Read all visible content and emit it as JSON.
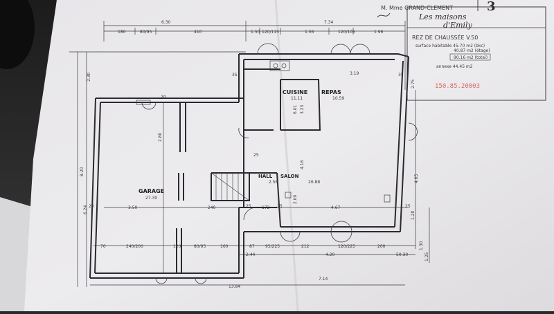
{
  "image": {
    "subject": "architectural-floor-plan-photo"
  },
  "title_block": {
    "client": "M. Mme GRAND-CLEMENT",
    "sheet_number": "3",
    "brand_line1": "Les maisons",
    "brand_line2": "d'Emily",
    "level": "REZ DE CHAUSSÉE V.50",
    "area_habitable": "surface habitable  45.70  m2 (bkc)",
    "area_etage": "40.87  m2 (étage)",
    "area_total": "90.16  m2 (total)",
    "annexe": "annexe   44.45   m2",
    "stamp": "150.85.20003"
  },
  "rooms": {
    "cuisine_name": "CUISINE",
    "cuisine_area": "11.11",
    "repas_name": "REPAS",
    "repas_area": "10.59",
    "hall_name": "HALL",
    "hall_area": "2.58",
    "salon_name": "SALON",
    "salon_area": "26.88",
    "garage_name": "GARAGE",
    "garage_area": "27.30"
  },
  "dimensions": {
    "top_overall_left": "6.30",
    "top_overall_right": "7.34",
    "top_segments": [
      "180",
      "80/95",
      "410",
      "1.50",
      "120/115",
      "1.56",
      "120/105",
      "1.96"
    ],
    "left_overall": "8.20",
    "left_detail": "2.30",
    "bottom_overall": "13.84",
    "bottom_right_overall": "7.14",
    "bottom_segments": [
      "70",
      "240/200",
      "120",
      "80/95",
      "160",
      "87",
      "95/225",
      "212",
      "120/225",
      "200"
    ],
    "bottom_lower": [
      "2.44",
      "4.20",
      "50.30"
    ],
    "mid_labels": [
      "20",
      "3.50",
      "240",
      "25",
      "172",
      "25",
      "4.67",
      "25"
    ],
    "inner_labels": [
      "3.19",
      "3.23",
      "4.18",
      "4.65",
      "2.80",
      "2.00",
      "25",
      "35",
      "20",
      "35",
      "2.75",
      "1.20",
      "1.30",
      "1.25",
      "6.24",
      "6.01"
    ]
  },
  "colors": {
    "paper": "#eceaec",
    "line": "#3c3a3f",
    "wall": "#2b2930",
    "stamp": "#d96a6a",
    "background": "#2a2a2a"
  }
}
